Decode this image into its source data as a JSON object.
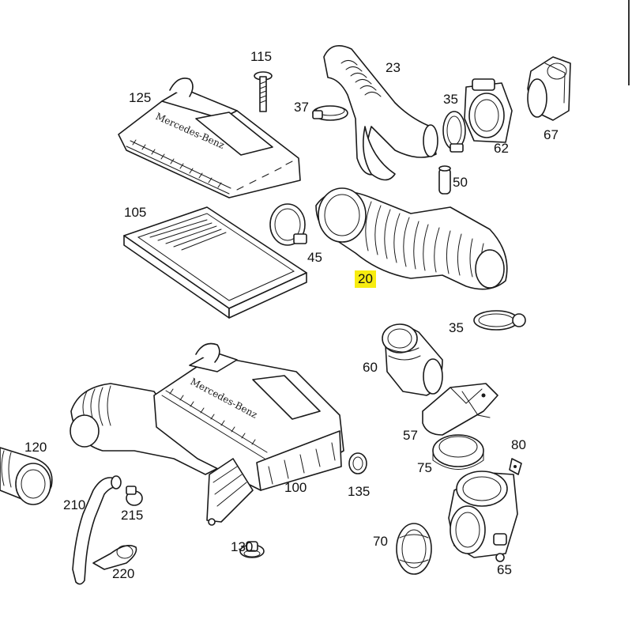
{
  "labels": {
    "p115": "115",
    "p23": "23",
    "p125": "125",
    "p37": "37",
    "p35a": "35",
    "p62": "62",
    "p67": "67",
    "p50": "50",
    "p105": "105",
    "p45": "45",
    "p20": "20",
    "p35b": "35",
    "p60": "60",
    "p57": "57",
    "p80": "80",
    "p75": "75",
    "p120": "120",
    "p100": "100",
    "p135": "135",
    "p210": "210",
    "p215": "215",
    "p130": "130",
    "p70": "70",
    "p220": "220",
    "p65": "65"
  },
  "brand_text": "Mercedes-Benz",
  "highlight": {
    "part": "20",
    "color": "#f7ec10"
  }
}
